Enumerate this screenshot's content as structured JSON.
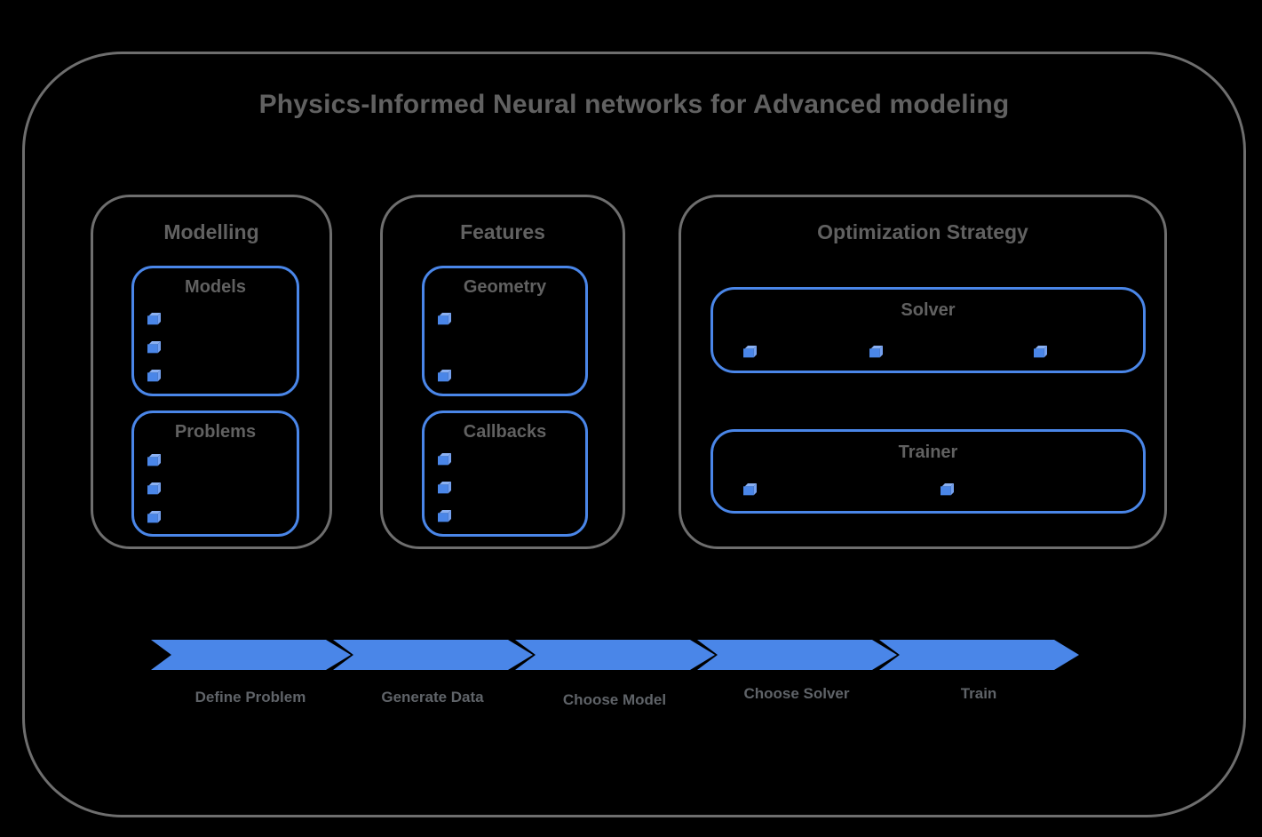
{
  "title": "Physics-Informed Neural networks for Advanced modeling",
  "sections": [
    {
      "id": "modelling",
      "label": "Modelling",
      "boxes": [
        {
          "label": "Models",
          "bullet_count": 3
        },
        {
          "label": "Problems",
          "bullet_count": 3
        }
      ]
    },
    {
      "id": "features",
      "label": "Features",
      "boxes": [
        {
          "label": "Geometry",
          "bullet_count": 2
        },
        {
          "label": "Callbacks",
          "bullet_count": 3
        }
      ]
    },
    {
      "id": "optimization",
      "label": "Optimization Strategy",
      "boxes": [
        {
          "label": "Solver",
          "bullet_count": 3
        },
        {
          "label": "Trainer",
          "bullet_count": 2
        }
      ]
    }
  ],
  "flow_steps": [
    "Define Problem",
    "Generate Data",
    "Choose Model",
    "Choose Solver",
    "Train"
  ],
  "icons": {
    "bullet": "cube-icon"
  },
  "colors": {
    "background": "#000000",
    "accent_blue": "#4a86e8",
    "cube_top": "#8ab0f2",
    "cube_side": "#74a0ef",
    "border_gray": "#6e6e6e",
    "text_gray": "#616161",
    "label_gray": "#5f6368"
  }
}
